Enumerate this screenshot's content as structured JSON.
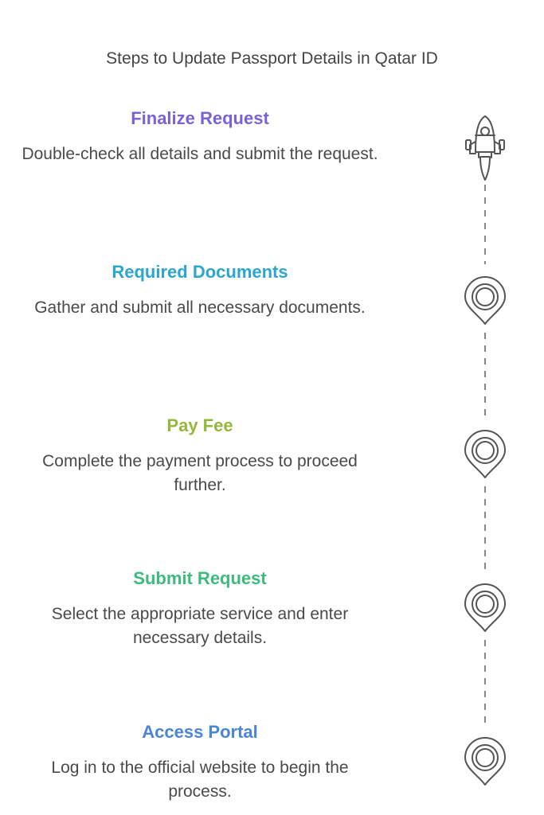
{
  "title": "Steps to Update Passport Details in Qatar ID",
  "colors": {
    "icon_stroke": "#555555",
    "connector": "#888888",
    "text": "#4a4a4a"
  },
  "steps": [
    {
      "title": "Finalize Request",
      "description": "Double-check all details and submit the request.",
      "color": "#7b61d9",
      "icon": "rocket-icon"
    },
    {
      "title": "Required Documents",
      "description": "Gather and submit all necessary documents.",
      "color": "#2aa6d1",
      "icon": "location-pin-icon"
    },
    {
      "title": "Pay Fee",
      "description": "Complete the payment process to proceed further.",
      "color": "#93b83a",
      "icon": "location-pin-icon"
    },
    {
      "title": "Submit Request",
      "description": "Select the appropriate service and enter necessary details.",
      "color": "#3dbb7c",
      "icon": "location-pin-icon"
    },
    {
      "title": "Access Portal",
      "description": "Log in to the official website to begin the process.",
      "color": "#4a86d8",
      "icon": "location-pin-icon"
    }
  ]
}
